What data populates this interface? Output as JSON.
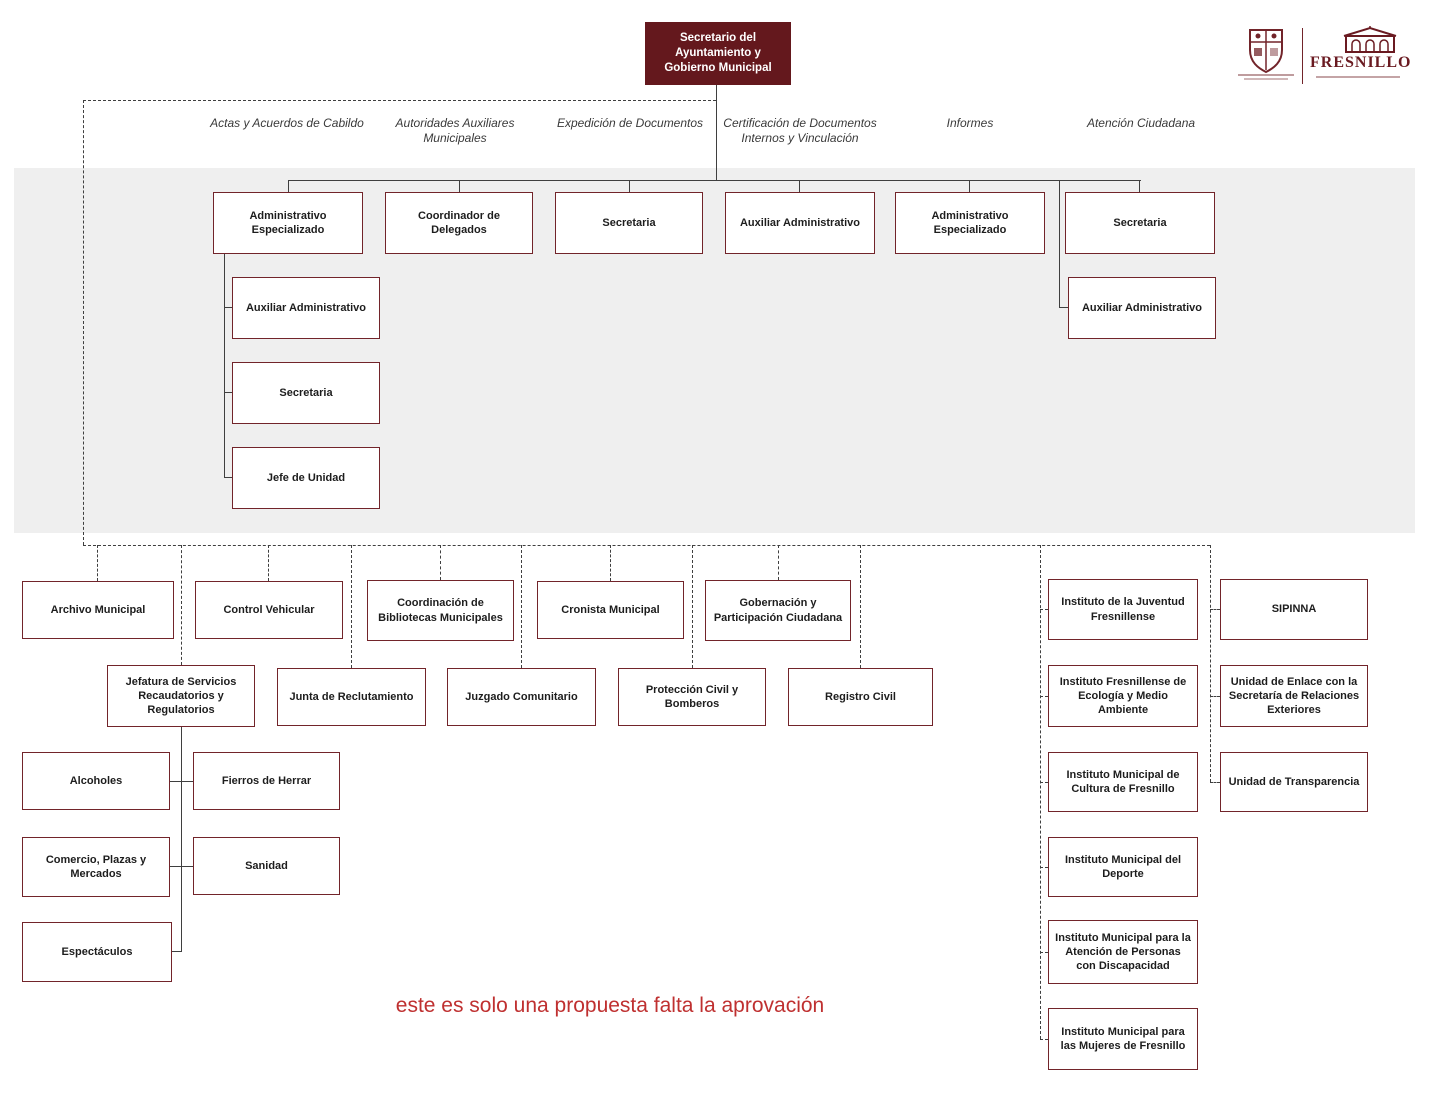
{
  "root": {
    "label": "Secretario del Ayuntamiento y Gobierno Municipal"
  },
  "functions": [
    "Actas y Acuerdos de Cabildo",
    "Autoridades Auxiliares Municipales",
    "Expedición de Documentos",
    "Certificación de Documentos Internos y Vinculación",
    "Informes",
    "Atención Ciudadana"
  ],
  "staff": {
    "admin_esp_1": "Administrativo Especializado",
    "coordinador_delegados": "Coordinador de Delegados",
    "secretaria_1": "Secretaria",
    "aux_admin_1": "Auxiliar Administrativo",
    "admin_esp_2": "Administrativo Especializado",
    "secretaria_2": "Secretaria",
    "aux_admin_2": "Auxiliar Administrativo",
    "secretaria_3": "Secretaria",
    "jefe_unidad": "Jefe de Unidad",
    "aux_admin_3": "Auxiliar Administrativo"
  },
  "units": {
    "archivo": "Archivo Municipal",
    "control_vehicular": "Control Vehicular",
    "bibliotecas": "Coordinación de Bibliotecas Municipales",
    "cronista": "Cronista Municipal",
    "gobernacion": "Gobernación y Participación Ciudadana",
    "juventud": "Instituto de la Juventud Fresnillense",
    "sipinna": "SIPINNA",
    "jefatura": "Jefatura de Servicios Recaudatorios y Regulatorios",
    "junta_reclutamiento": "Junta de Reclutamiento",
    "juzgado": "Juzgado Comunitario",
    "proteccion_civil": "Protección Civil y Bomberos",
    "registro_civil": "Registro Civil",
    "ecologia": "Instituto Fresnillense de Ecología y Medio Ambiente",
    "enlace_sre": "Unidad de Enlace con la Secretaría de Relaciones Exteriores",
    "alcoholes": "Alcoholes",
    "fierros": "Fierros de Herrar",
    "cultura": "Instituto Municipal de Cultura de Fresnillo",
    "transparencia": "Unidad de Transparencia",
    "comercio": "Comercio, Plazas y Mercados",
    "sanidad": "Sanidad",
    "deporte": "Instituto Municipal del Deporte",
    "espectaculos": "Espectáculos",
    "discapacidad": "Instituto Municipal para la Atención de Personas con Discapacidad",
    "mujeres": "Instituto Municipal para las Mujeres de Fresnillo"
  },
  "note": "este es solo una propuesta falta la aprovación",
  "brand": {
    "wordmark": "FRESNILLO",
    "icons": [
      "municipal-crest-icon",
      "fresnillo-building-icon"
    ],
    "colors": {
      "maroon": "#6a1a21",
      "band_gray": "#efefef",
      "note_red": "#bf3030"
    }
  }
}
